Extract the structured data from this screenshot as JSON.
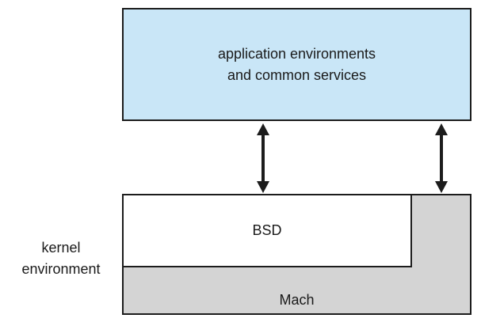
{
  "diagram": {
    "top_box": {
      "line1": "application environments",
      "line2": "and common services"
    },
    "kernel": {
      "bsd_label": "BSD",
      "mach_label": "Mach",
      "side_label_line1": "kernel",
      "side_label_line2": "environment"
    },
    "colors": {
      "top_box_fill": "#c9e6f7",
      "kernel_box_fill": "#d4d4d4",
      "border": "#1c1c1c",
      "arrow": "#1c1c1c",
      "text": "#1a1a1a"
    }
  }
}
